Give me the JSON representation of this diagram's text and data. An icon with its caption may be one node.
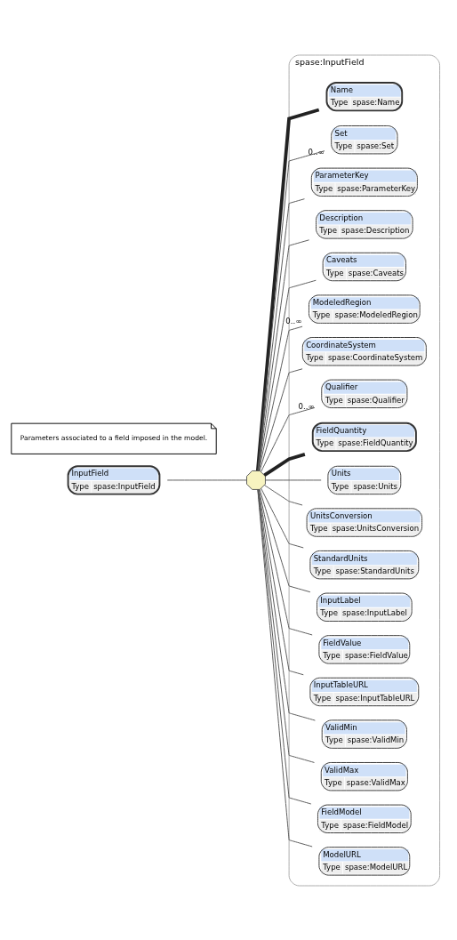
{
  "diagram": {
    "nodes": [
      {
        "text": [
          "spase:InputField"
        ]
      },
      {
        "text": [
          "InputField",
          "Type",
          "spase:InputField"
        ]
      },
      {
        "text": [],
        "shape": "octagon"
      },
      {
        "text": [
          "Name",
          "Type",
          "spase:Name"
        ],
        "in": 0
      },
      {
        "text": [
          "Set",
          "Type",
          "spase:Set"
        ],
        "in": 0,
        "beside": [
          "0..∞"
        ]
      },
      {
        "text": [
          "ParameterKey",
          "Type",
          "spase:ParameterKey"
        ],
        "in": 0
      },
      {
        "text": [
          "Description",
          "Type",
          "spase:Description"
        ],
        "in": 0
      },
      {
        "text": [
          "Caveats",
          "Type",
          "spase:Caveats"
        ],
        "in": 0
      },
      {
        "text": [
          "ModeledRegion",
          "Type",
          "spase:ModeledRegion"
        ],
        "in": 0,
        "beside": [
          "0..∞"
        ]
      },
      {
        "text": [
          "CoordinateSystem",
          "Type",
          "spase:CoordinateSystem"
        ],
        "in": 0
      },
      {
        "text": [
          "Qualifier",
          "Type",
          "spase:Qualifier"
        ],
        "in": 0,
        "beside": [
          "0..∞"
        ]
      },
      {
        "text": [
          "FieldQuantity",
          "Type",
          "spase:FieldQuantity"
        ],
        "in": 0
      },
      {
        "text": [
          "Units",
          "Type",
          "spase:Units"
        ],
        "in": 0
      },
      {
        "text": [
          "UnitsConversion",
          "Type",
          "spase:UnitsConversion"
        ],
        "in": 0
      },
      {
        "text": [
          "StandardUnits",
          "Type",
          "spase:StandardUnits"
        ],
        "in": 0
      },
      {
        "text": [
          "InputLabel",
          "Type",
          "spase:InputLabel"
        ],
        "in": 0
      },
      {
        "text": [
          "FieldValue",
          "Type",
          "spase:FieldValue"
        ],
        "in": 0
      },
      {
        "text": [
          "InputTableURL",
          "Type",
          "spase:InputTableURL"
        ],
        "in": 0
      },
      {
        "text": [
          "ValidMin",
          "Type",
          "spase:ValidMin"
        ],
        "in": 0
      },
      {
        "text": [
          "ValidMax",
          "Type",
          "spase:ValidMax"
        ],
        "in": 0
      },
      {
        "text": [
          "FieldModel",
          "Type",
          "spase:FieldModel"
        ],
        "in": 0
      },
      {
        "text": [
          "ModelURL",
          "Type",
          "spase:ModelURL"
        ],
        "in": 0
      }
    ],
    "edges": [
      {
        "from": 1,
        "to": 2,
        "arrow": "none"
      },
      {
        "from": 2,
        "to": 3,
        "arrow": "none",
        "style": "thick"
      },
      {
        "from": 2,
        "to": 4,
        "arrow": "none"
      },
      {
        "from": 2,
        "to": 5,
        "arrow": "none"
      },
      {
        "from": 2,
        "to": 6,
        "arrow": "none"
      },
      {
        "from": 2,
        "to": 7,
        "arrow": "none"
      },
      {
        "from": 2,
        "to": 8,
        "arrow": "none"
      },
      {
        "from": 2,
        "to": 9,
        "arrow": "none"
      },
      {
        "from": 2,
        "to": 10,
        "arrow": "none"
      },
      {
        "from": 2,
        "to": 11,
        "arrow": "none",
        "style": "thick"
      },
      {
        "from": 2,
        "to": 12,
        "arrow": "none"
      },
      {
        "from": 2,
        "to": 13,
        "arrow": "none"
      },
      {
        "from": 2,
        "to": 14,
        "arrow": "none"
      },
      {
        "from": 2,
        "to": 15,
        "arrow": "none"
      },
      {
        "from": 2,
        "to": 16,
        "arrow": "none"
      },
      {
        "from": 2,
        "to": 17,
        "arrow": "none"
      },
      {
        "from": 2,
        "to": 18,
        "arrow": "none"
      },
      {
        "from": 2,
        "to": 19,
        "arrow": "none"
      },
      {
        "from": 2,
        "to": 20,
        "arrow": "none"
      },
      {
        "from": 2,
        "to": 21,
        "arrow": "none"
      }
    ],
    "labels": [
      "Parameters associated to a field imposed in the model."
    ]
  }
}
